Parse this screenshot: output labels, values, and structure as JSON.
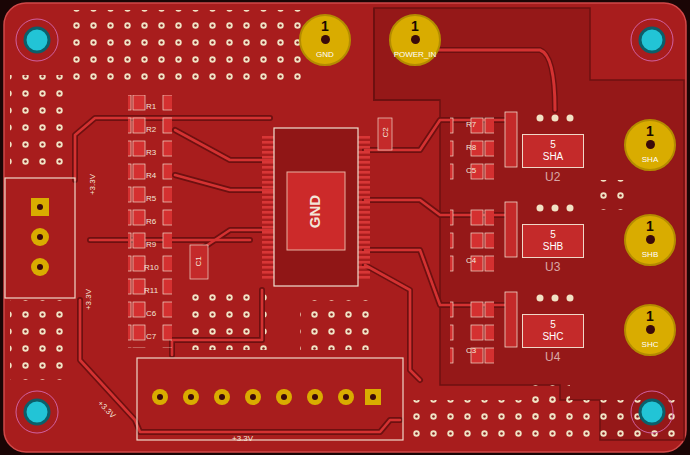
{
  "diagram": {
    "nodes": [
      {
        "text": [
          "1",
          "GND"
        ]
      },
      {
        "text": [
          "1",
          "POWER_IN"
        ]
      },
      {
        "text": [
          "1",
          "SHA"
        ]
      },
      {
        "text": [
          "1",
          "SHB"
        ]
      },
      {
        "text": [
          "1",
          "SHC"
        ]
      },
      {
        "text": [
          "5",
          "SHA"
        ]
      },
      {
        "text": [
          "5",
          "SHB"
        ]
      },
      {
        "text": [
          "5",
          "SHC"
        ]
      }
    ],
    "labels": [
      "R1",
      "R2",
      "R3",
      "R4",
      "R5",
      "R6",
      "R9",
      "R10",
      "R11",
      "C6",
      "C7",
      "R7",
      "R8",
      "C5",
      "C4",
      "C3",
      "U2",
      "U3",
      "U4",
      "C1",
      "C2",
      "GND",
      "+3.3V",
      "+3.3V",
      "+3.3V",
      "+3.3V"
    ]
  }
}
